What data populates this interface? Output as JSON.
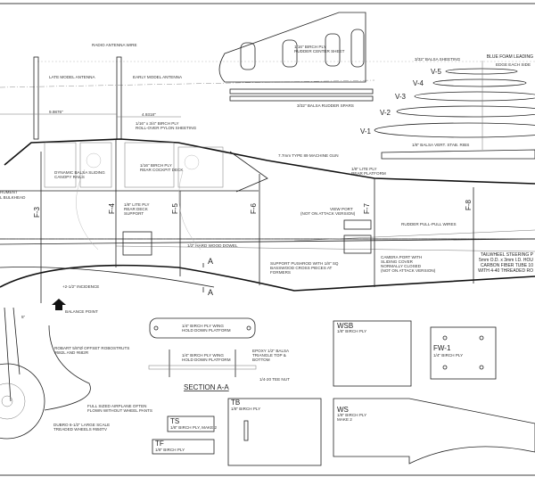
{
  "labels": {
    "radio_antenna_wire": "RADIO ANTENNA WIRE",
    "late_model_antenna": "LATE MODEL ANTENNA",
    "early_model_antenna": "EARLY MODEL ANTENNA",
    "dim_1": "9.9876\"",
    "dim_2": "4.9318\"",
    "pylon_1": "1/16\" x 3/4\" BIRCH PLY",
    "pylon_2": "ROLL-OVER PYLON SHEETING",
    "rudder_sheet_1": "1/16\" BIRCH PLY",
    "rudder_sheet_2": "RUDDER CENTER SHEET",
    "rudder_spars": "3/32\" BALSA RUDDER SPARS",
    "balsa_sheeting": "3/32\" BALSA SHEETING",
    "blue_foam_1": "BLUE FOAM LEADING",
    "blue_foam_2": "EDGE EACH SIDE",
    "vert_stab_ribs": "1/8\" BALSA VERT. STAB. RIBS",
    "machine_gun": "7.7mm TYPE 89 MACHINE GUN",
    "rear_platform_1": "1/8\" LITE PLY",
    "rear_platform_2": "REAR PLATFORM",
    "canopy_rails_1": "DYNAMIC BALSA SLIDING",
    "canopy_rails_2": "CANOPY RAILS",
    "cockpit_deck_1": "1/16\" BIRCH PLY",
    "cockpit_deck_2": "REAR COCKPIT DECK",
    "instrument_1": "RUMENT",
    "instrument_2": "L BULKHEAD",
    "deck_support_1": "1/8\" LITE PLY",
    "deck_support_2": "REAR DECK",
    "deck_support_3": "SUPPORT",
    "view_port_1": "VIEW PORT",
    "view_port_2": "(NOT ON ATTACK VERSION)",
    "rudder_wires": "RUDDER PULL-PULL WIRES",
    "dowel": "1/2\" HARD WOOD DOWEL",
    "section_mark": "A",
    "pushrod_1": "SUPPORT PUSHROD WITH 1/8\" SQ",
    "pushrod_2": "BASSWOOD CROSS PIECES AT",
    "pushrod_3": "FORMERS",
    "camera_1": "CAMERA PORT WITH",
    "camera_2": "SLIDING COVER",
    "camera_3": "NORMALLY CLOSED",
    "camera_4": "(NOT ON ATTACK VERSION)",
    "tailwheel_1": "TAILWHEEL STEERING P",
    "tailwheel_2": "5mm O.D. x 3mm I.D. HOU",
    "tailwheel_3": "CARBON FIBER TUBE 10",
    "tailwheel_4": "WITH 4-40 THREADED RO",
    "incidence": "+2-1/2\" INCIDENCE",
    "balance_point": "BALANCE POINT",
    "dim_5": "5\"",
    "robostruts_1": "ROBART 5/8\"Ø OFFSET ROBOSTRUTS",
    "robostruts_2": "#682L AND #682R",
    "wheel_pants_1": "FULL SIZED AIRPLANE OFTEN",
    "wheel_pants_2": "FLOWN WITHOUT WHEEL PANTS",
    "wheels_1": "DUBRO 6-1/2\" LARGE SCALE",
    "wheels_2": "TREADED WHEELS #650TV",
    "hold_down_1": "1/4\" BIRCH PLY WING",
    "hold_down_2": "HOLD DOWN PLATFORM",
    "epoxy_1": "EPOXY 1/2\" BALSA",
    "epoxy_2": "TRIANGLE TOP &",
    "epoxy_3": "BOTTOM",
    "tee_nut": "1/4-20 TEE NUT",
    "section_aa": "SECTION A-A"
  },
  "formers": [
    "F-3",
    "F-4",
    "F-5",
    "F-6",
    "F-7",
    "F-8"
  ],
  "ribs": [
    "V-5",
    "V-4",
    "V-3",
    "V-2",
    "V-1"
  ],
  "parts": {
    "ts": {
      "code": "TS",
      "desc": "1/8\" BIRCH PLY, MAKE 2"
    },
    "tf": {
      "code": "TF",
      "desc": "1/8\" BIRCH PLY"
    },
    "tb": {
      "code": "TB",
      "desc": "1/8\" BIRCH PLY"
    },
    "wsb": {
      "code": "WSB",
      "desc": "1/8\" BIRCH PLY"
    },
    "fw1": {
      "code": "FW-1",
      "desc": "1/4\" BIRCH PLY"
    },
    "ws": {
      "code": "WS",
      "desc": "1/8\" BIRCH PLY",
      "qty": "MAKE 2"
    }
  }
}
